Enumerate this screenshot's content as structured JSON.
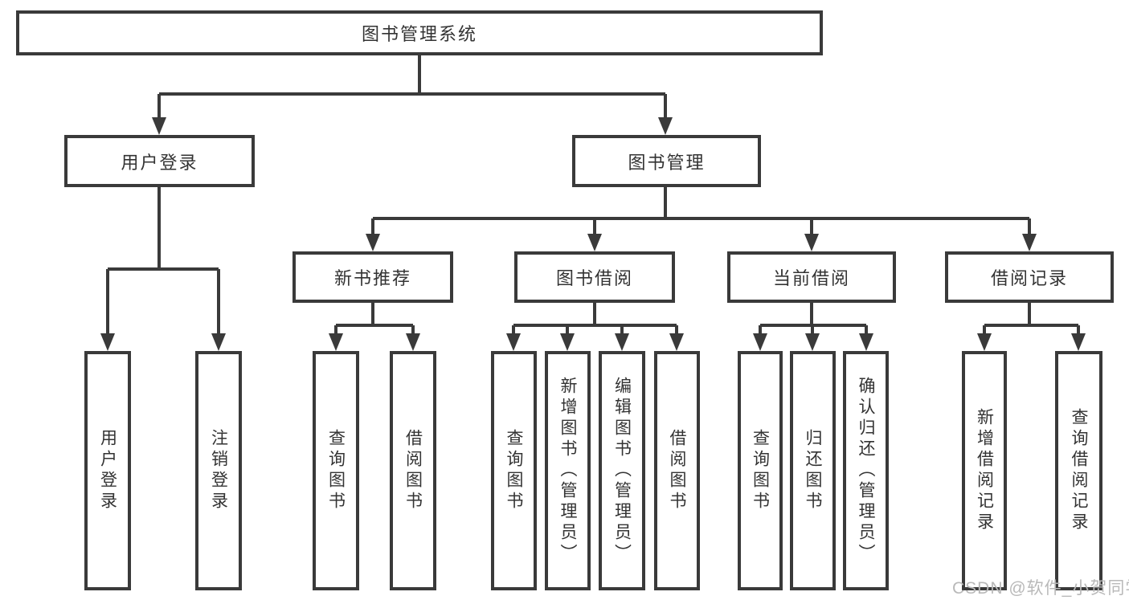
{
  "tree": {
    "label": "图书管理系统",
    "children": [
      {
        "label": "用户登录",
        "children": [
          {
            "label": "用户登录"
          },
          {
            "label": "注销登录"
          }
        ]
      },
      {
        "label": "图书管理",
        "children": [
          {
            "label": "新书推荐",
            "children": [
              {
                "label": "查询图书"
              },
              {
                "label": "借阅图书"
              }
            ]
          },
          {
            "label": "图书借阅",
            "children": [
              {
                "label": "查询图书"
              },
              {
                "label": "新增图书（管理员）"
              },
              {
                "label": "编辑图书（管理员）"
              },
              {
                "label": "借阅图书"
              }
            ]
          },
          {
            "label": "当前借阅",
            "children": [
              {
                "label": "查询图书"
              },
              {
                "label": "归还图书"
              },
              {
                "label": "确认归还（管理员）"
              }
            ]
          },
          {
            "label": "借阅记录",
            "children": [
              {
                "label": "新增借阅记录"
              },
              {
                "label": "查询借阅记录"
              }
            ]
          }
        ]
      }
    ]
  },
  "watermark": {
    "text": "CSDN @软件_小贺同学"
  },
  "colors": {
    "line": "#3a3a3a",
    "text": "#333333",
    "watermark": "#b9b9b9",
    "background": "#ffffff"
  }
}
